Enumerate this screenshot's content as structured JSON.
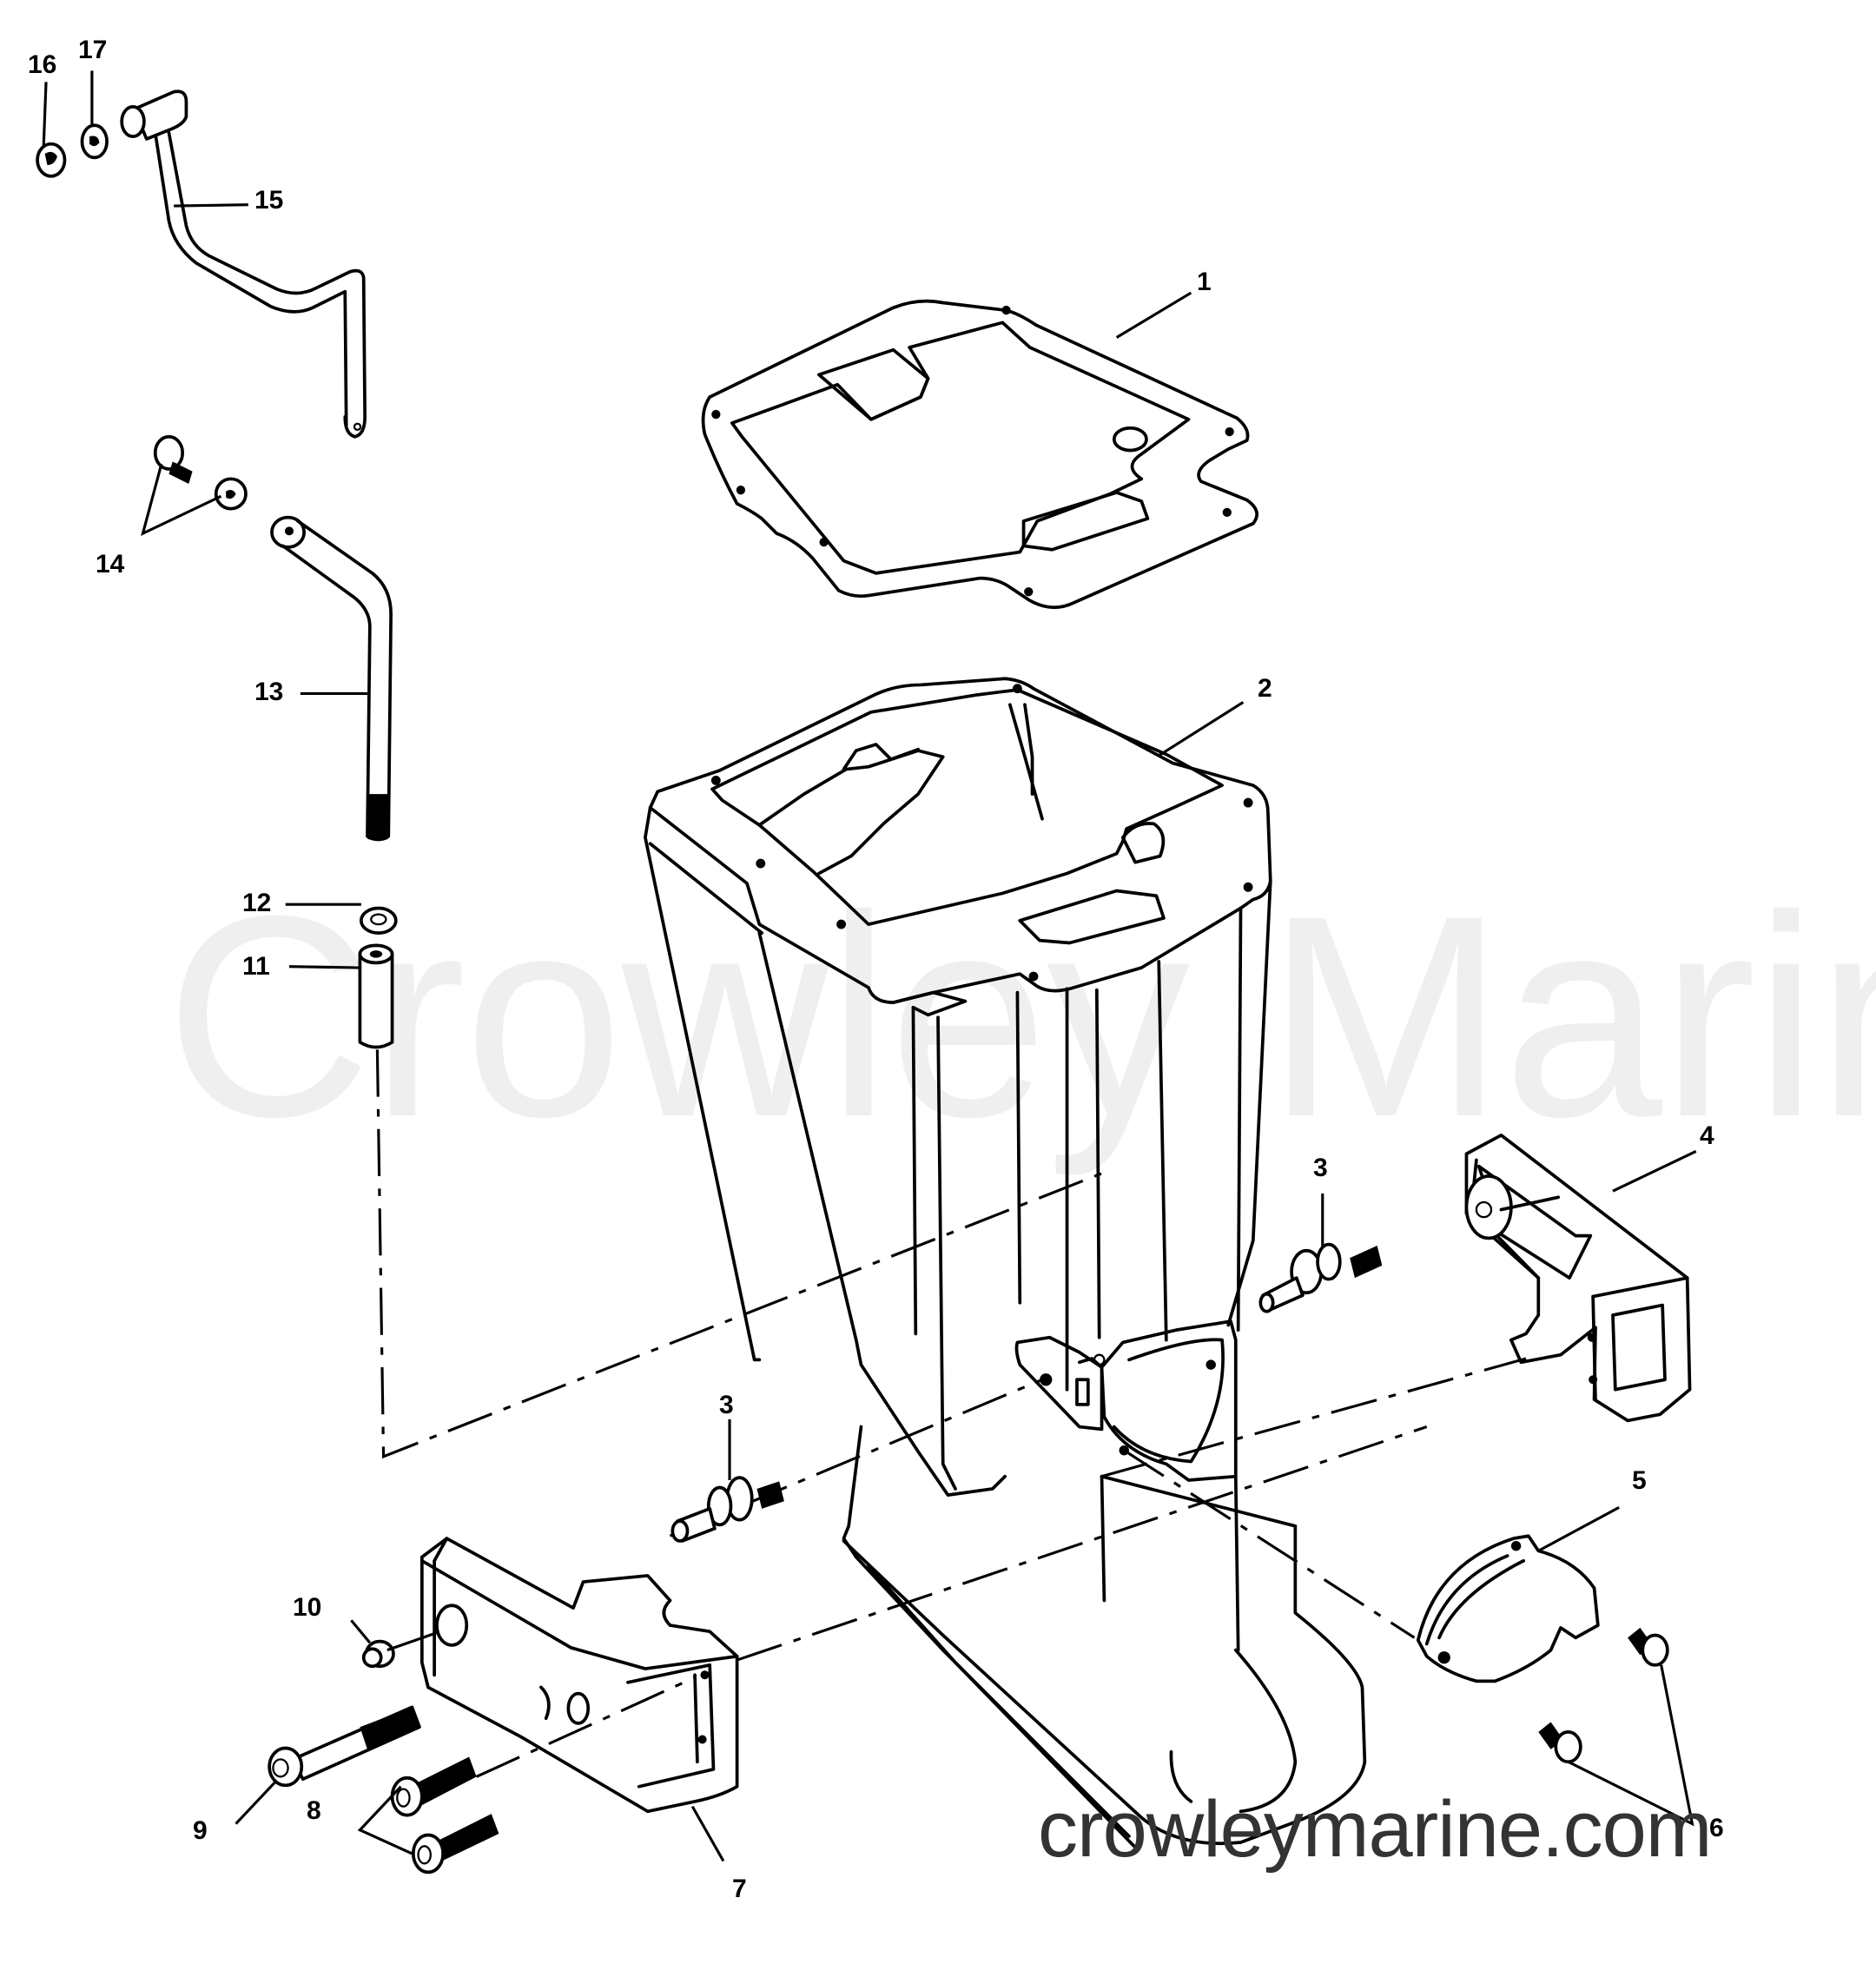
{
  "diagram": {
    "type": "exploded parts diagram",
    "subject": "outboard drive shaft housing assembly",
    "background": "#ffffff",
    "line_color": "#000000"
  },
  "watermarks": {
    "center": "Crowley Marine",
    "center_color": "#efefef",
    "footer": "crowleymarine.com",
    "footer_color": "#333333"
  },
  "callouts": [
    {
      "id": "1",
      "label": "1",
      "part": "gasket"
    },
    {
      "id": "2",
      "label": "2",
      "part": "drive shaft housing"
    },
    {
      "id": "3a",
      "label": "3",
      "part": "mount stud (right)"
    },
    {
      "id": "3b",
      "label": "3",
      "part": "mount stud (left)"
    },
    {
      "id": "4",
      "label": "4",
      "part": "mount bracket"
    },
    {
      "id": "5",
      "label": "5",
      "part": "cover plate"
    },
    {
      "id": "6",
      "label": "6",
      "part": "screws"
    },
    {
      "id": "7",
      "label": "7",
      "part": "mount bracket (left)"
    },
    {
      "id": "8",
      "label": "8",
      "part": "socket head screws"
    },
    {
      "id": "9",
      "label": "9",
      "part": "long socket head screw"
    },
    {
      "id": "10",
      "label": "10",
      "part": "cap / plug"
    },
    {
      "id": "11",
      "label": "11",
      "part": "spacer / coupler"
    },
    {
      "id": "12",
      "label": "12",
      "part": "nut"
    },
    {
      "id": "13",
      "label": "13",
      "part": "shift rod (lower)"
    },
    {
      "id": "14",
      "label": "14",
      "part": "screw and washer"
    },
    {
      "id": "15",
      "label": "15",
      "part": "shift rod (upper)"
    },
    {
      "id": "16",
      "label": "16",
      "part": "retainer clip"
    },
    {
      "id": "17",
      "label": "17",
      "part": "washer"
    }
  ]
}
